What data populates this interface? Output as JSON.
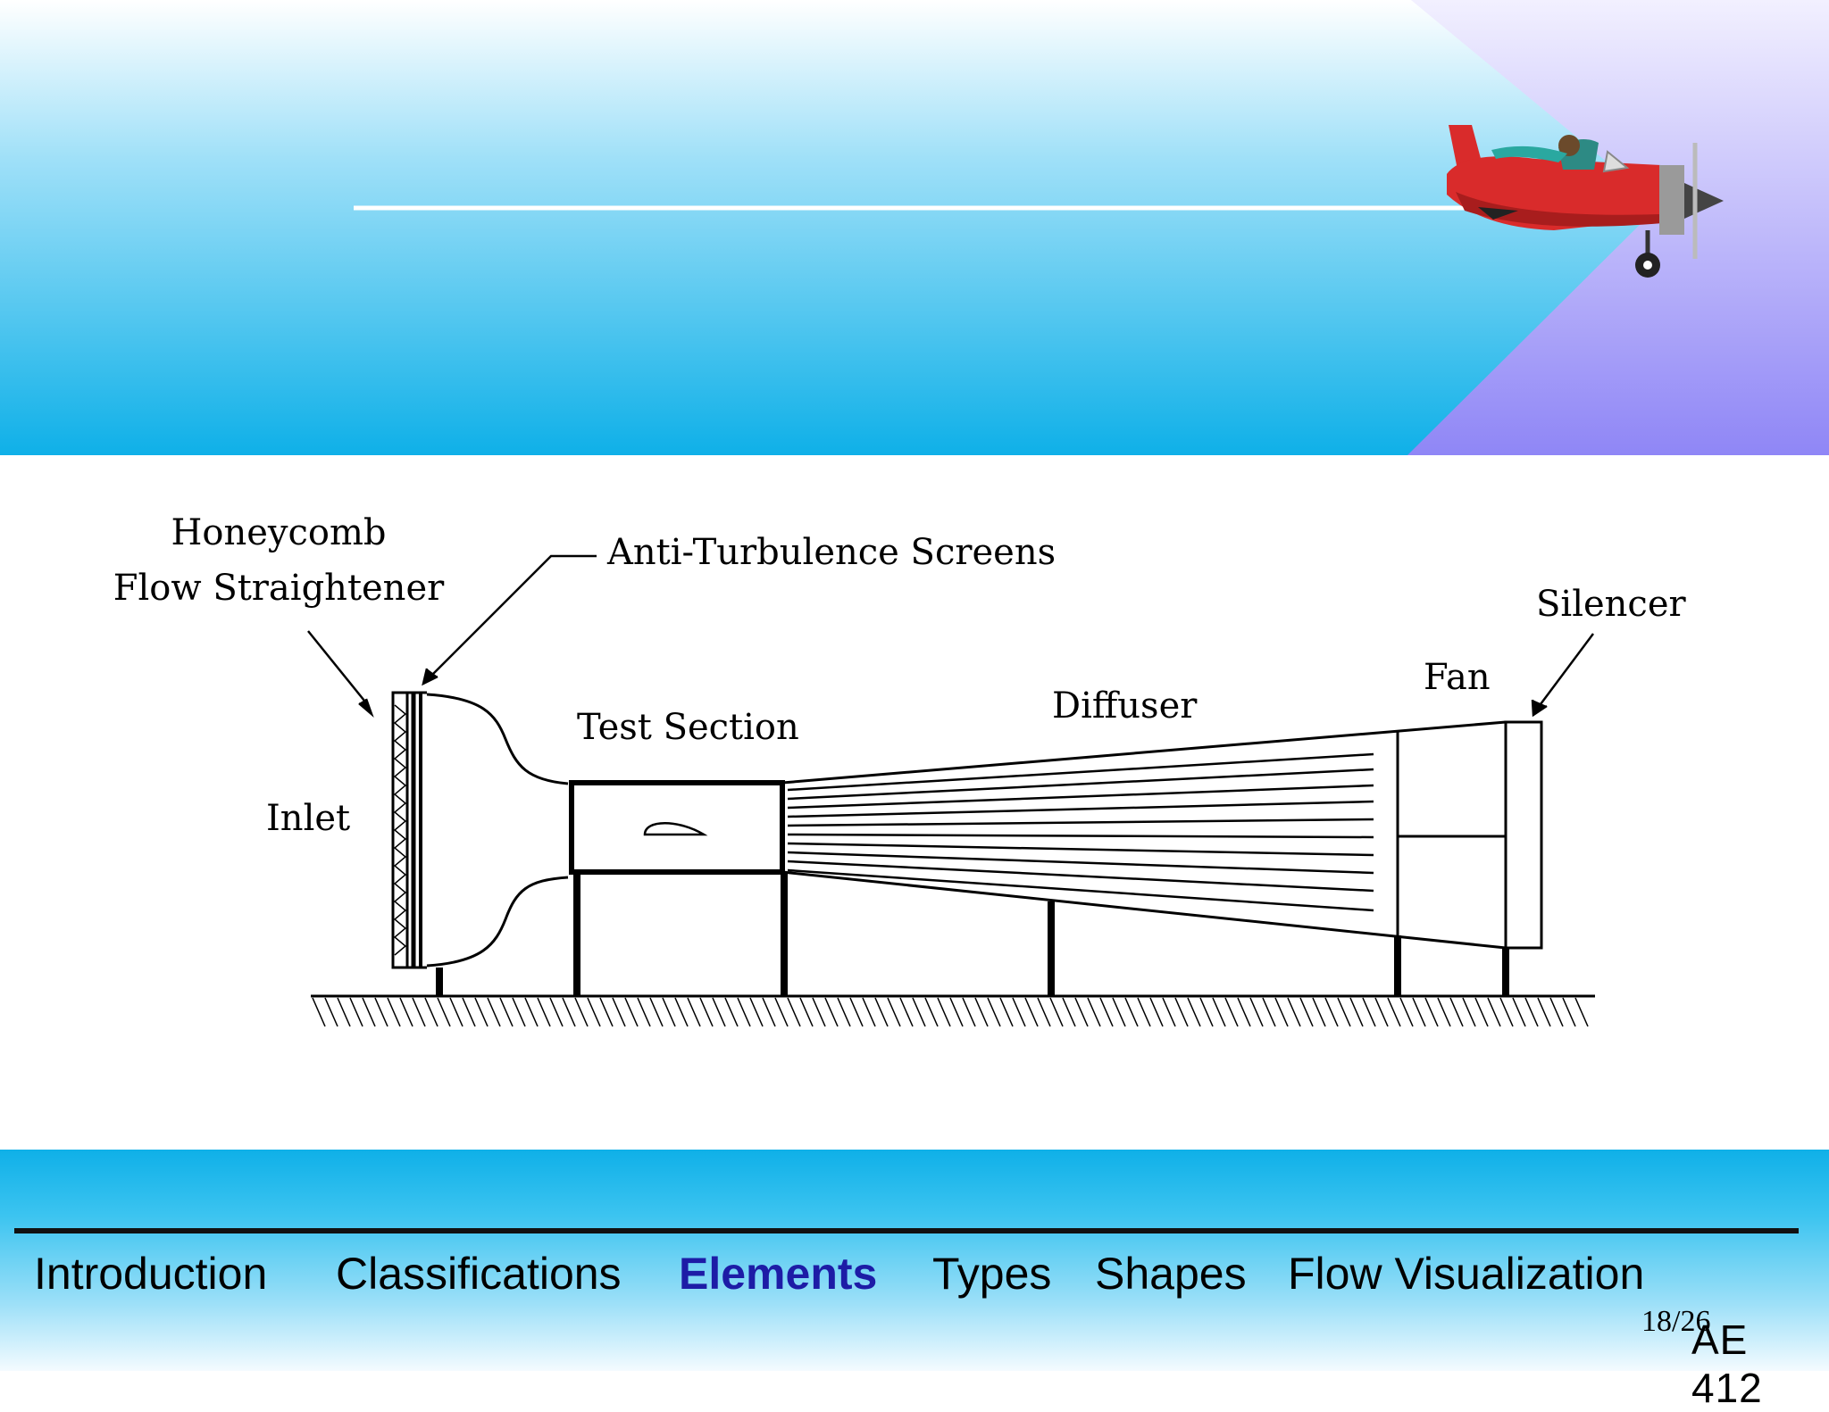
{
  "diagram": {
    "labels": {
      "honeycomb_line1": "Honeycomb",
      "honeycomb_line2": "Flow Straightener",
      "anti_turbulence": "Anti-Turbulence Screens",
      "silencer": "Silencer",
      "fan": "Fan",
      "diffuser": "Diffuser",
      "test_section": "Test Section",
      "inlet": "Inlet"
    }
  },
  "nav": {
    "items": [
      "Introduction",
      "Classifications",
      "Elements",
      "Types",
      "Shapes",
      "Flow Visualization"
    ],
    "active": "Elements"
  },
  "footer": {
    "page": "18/26",
    "course": "AE 412"
  },
  "colors": {
    "header_top": "#ffffff",
    "header_bottom": "#0fb0e8",
    "accent_violet": "#9a8cf8",
    "nav_active": "#1d1ca6",
    "plane_body": "#d92b2b"
  }
}
